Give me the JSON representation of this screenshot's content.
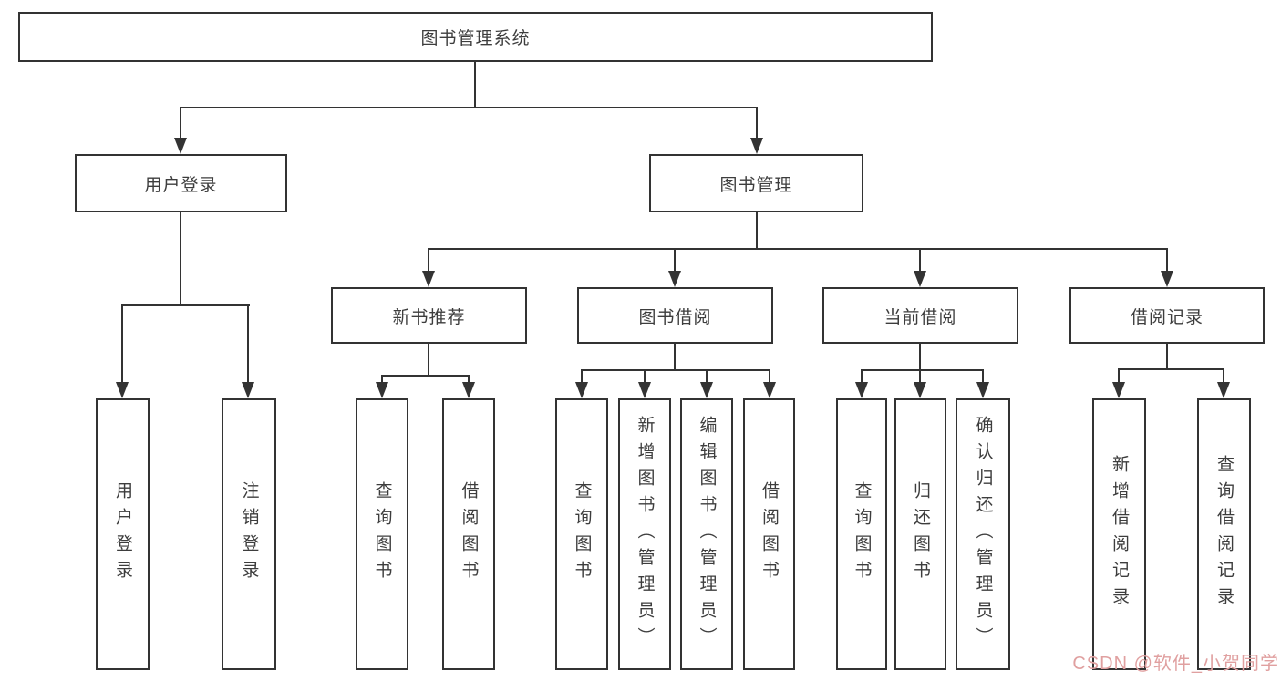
{
  "diagram": {
    "type": "tree",
    "root": {
      "label": "图书管理系统"
    },
    "branches": [
      {
        "label": "用户登录",
        "leaves": [
          {
            "label": "用户登录"
          },
          {
            "label": "注销登录"
          }
        ]
      },
      {
        "label": "图书管理",
        "groups": [
          {
            "label": "新书推荐",
            "leaves": [
              {
                "label": "查询图书"
              },
              {
                "label": "借阅图书"
              }
            ]
          },
          {
            "label": "图书借阅",
            "leaves": [
              {
                "label": "查询图书"
              },
              {
                "label": "新增图书（管理员）"
              },
              {
                "label": "编辑图书（管理员）"
              },
              {
                "label": "借阅图书"
              }
            ]
          },
          {
            "label": "当前借阅",
            "leaves": [
              {
                "label": "查询图书"
              },
              {
                "label": "归还图书"
              },
              {
                "label": "确认归还（管理员）"
              }
            ]
          },
          {
            "label": "借阅记录",
            "leaves": [
              {
                "label": "新增借阅记录"
              },
              {
                "label": "查询借阅记录"
              }
            ]
          }
        ]
      }
    ]
  },
  "watermark": {
    "text": "CSDN @软件_小贺同学"
  },
  "colors": {
    "line": "#333333",
    "box_border": "#333333",
    "box_fill": "#ffffff",
    "text": "#3d3d3d",
    "watermark": "#e0a0a0",
    "background": "#ffffff"
  }
}
